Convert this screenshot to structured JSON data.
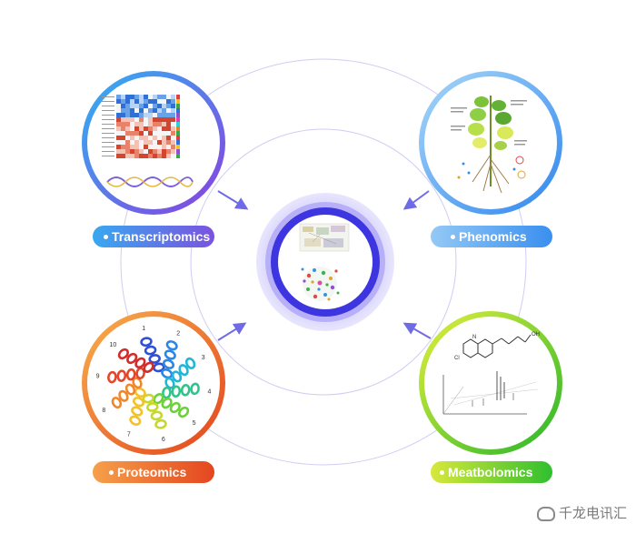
{
  "labels": {
    "transcriptomics": "Transcriptomics",
    "phenomics": "Phenomics",
    "proteomics": "Proteomics",
    "metabolomics": "Meatbolomics"
  },
  "molecule": {
    "atom_n": "N",
    "atom_cl": "Cl",
    "atom_oh": "OH"
  },
  "helix_numbers": [
    "1",
    "2",
    "3",
    "4",
    "5",
    "6",
    "7",
    "8",
    "9",
    "10"
  ],
  "watermark": "千龙电讯汇",
  "colors": {
    "ring_line": "#c9c7f3",
    "arrow": "#6f6be6",
    "center_ring": "#3d35e0"
  }
}
